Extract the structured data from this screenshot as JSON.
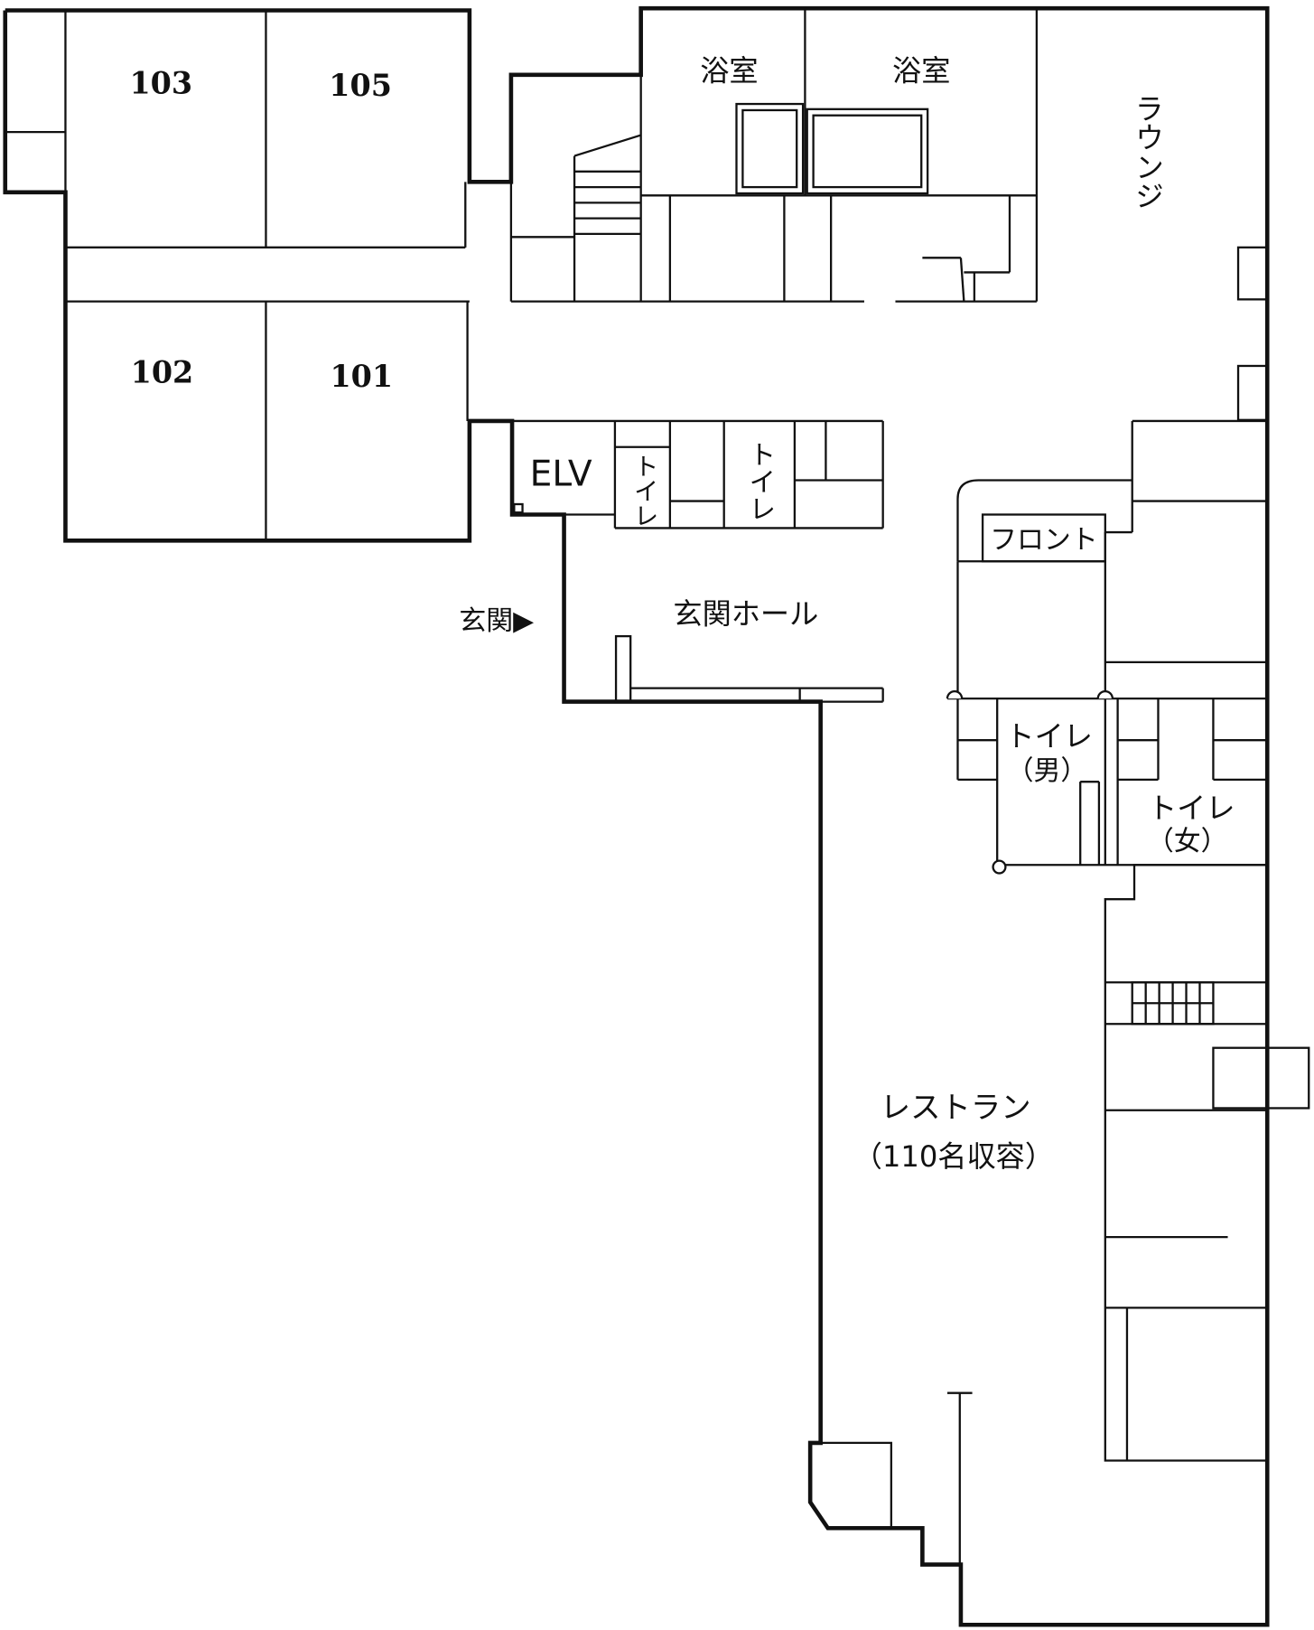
{
  "rooms": {
    "r103": "103",
    "r105": "105",
    "r102": "102",
    "r101": "101",
    "bath1": "浴室",
    "bath2": "浴室",
    "lounge": "ラウンジ",
    "elv": "ELV",
    "toilet1": "トイレ",
    "toilet2": "トイレ",
    "front": "フロント",
    "entrance": "玄関▶",
    "entrance_hall": "玄関ホール",
    "toilet_men_1": "トイレ",
    "toilet_men_2": "（男）",
    "toilet_women_1": "トイレ",
    "toilet_women_2": "（女）",
    "restaurant": "レストラン",
    "restaurant_capacity": "（110名収容）"
  }
}
